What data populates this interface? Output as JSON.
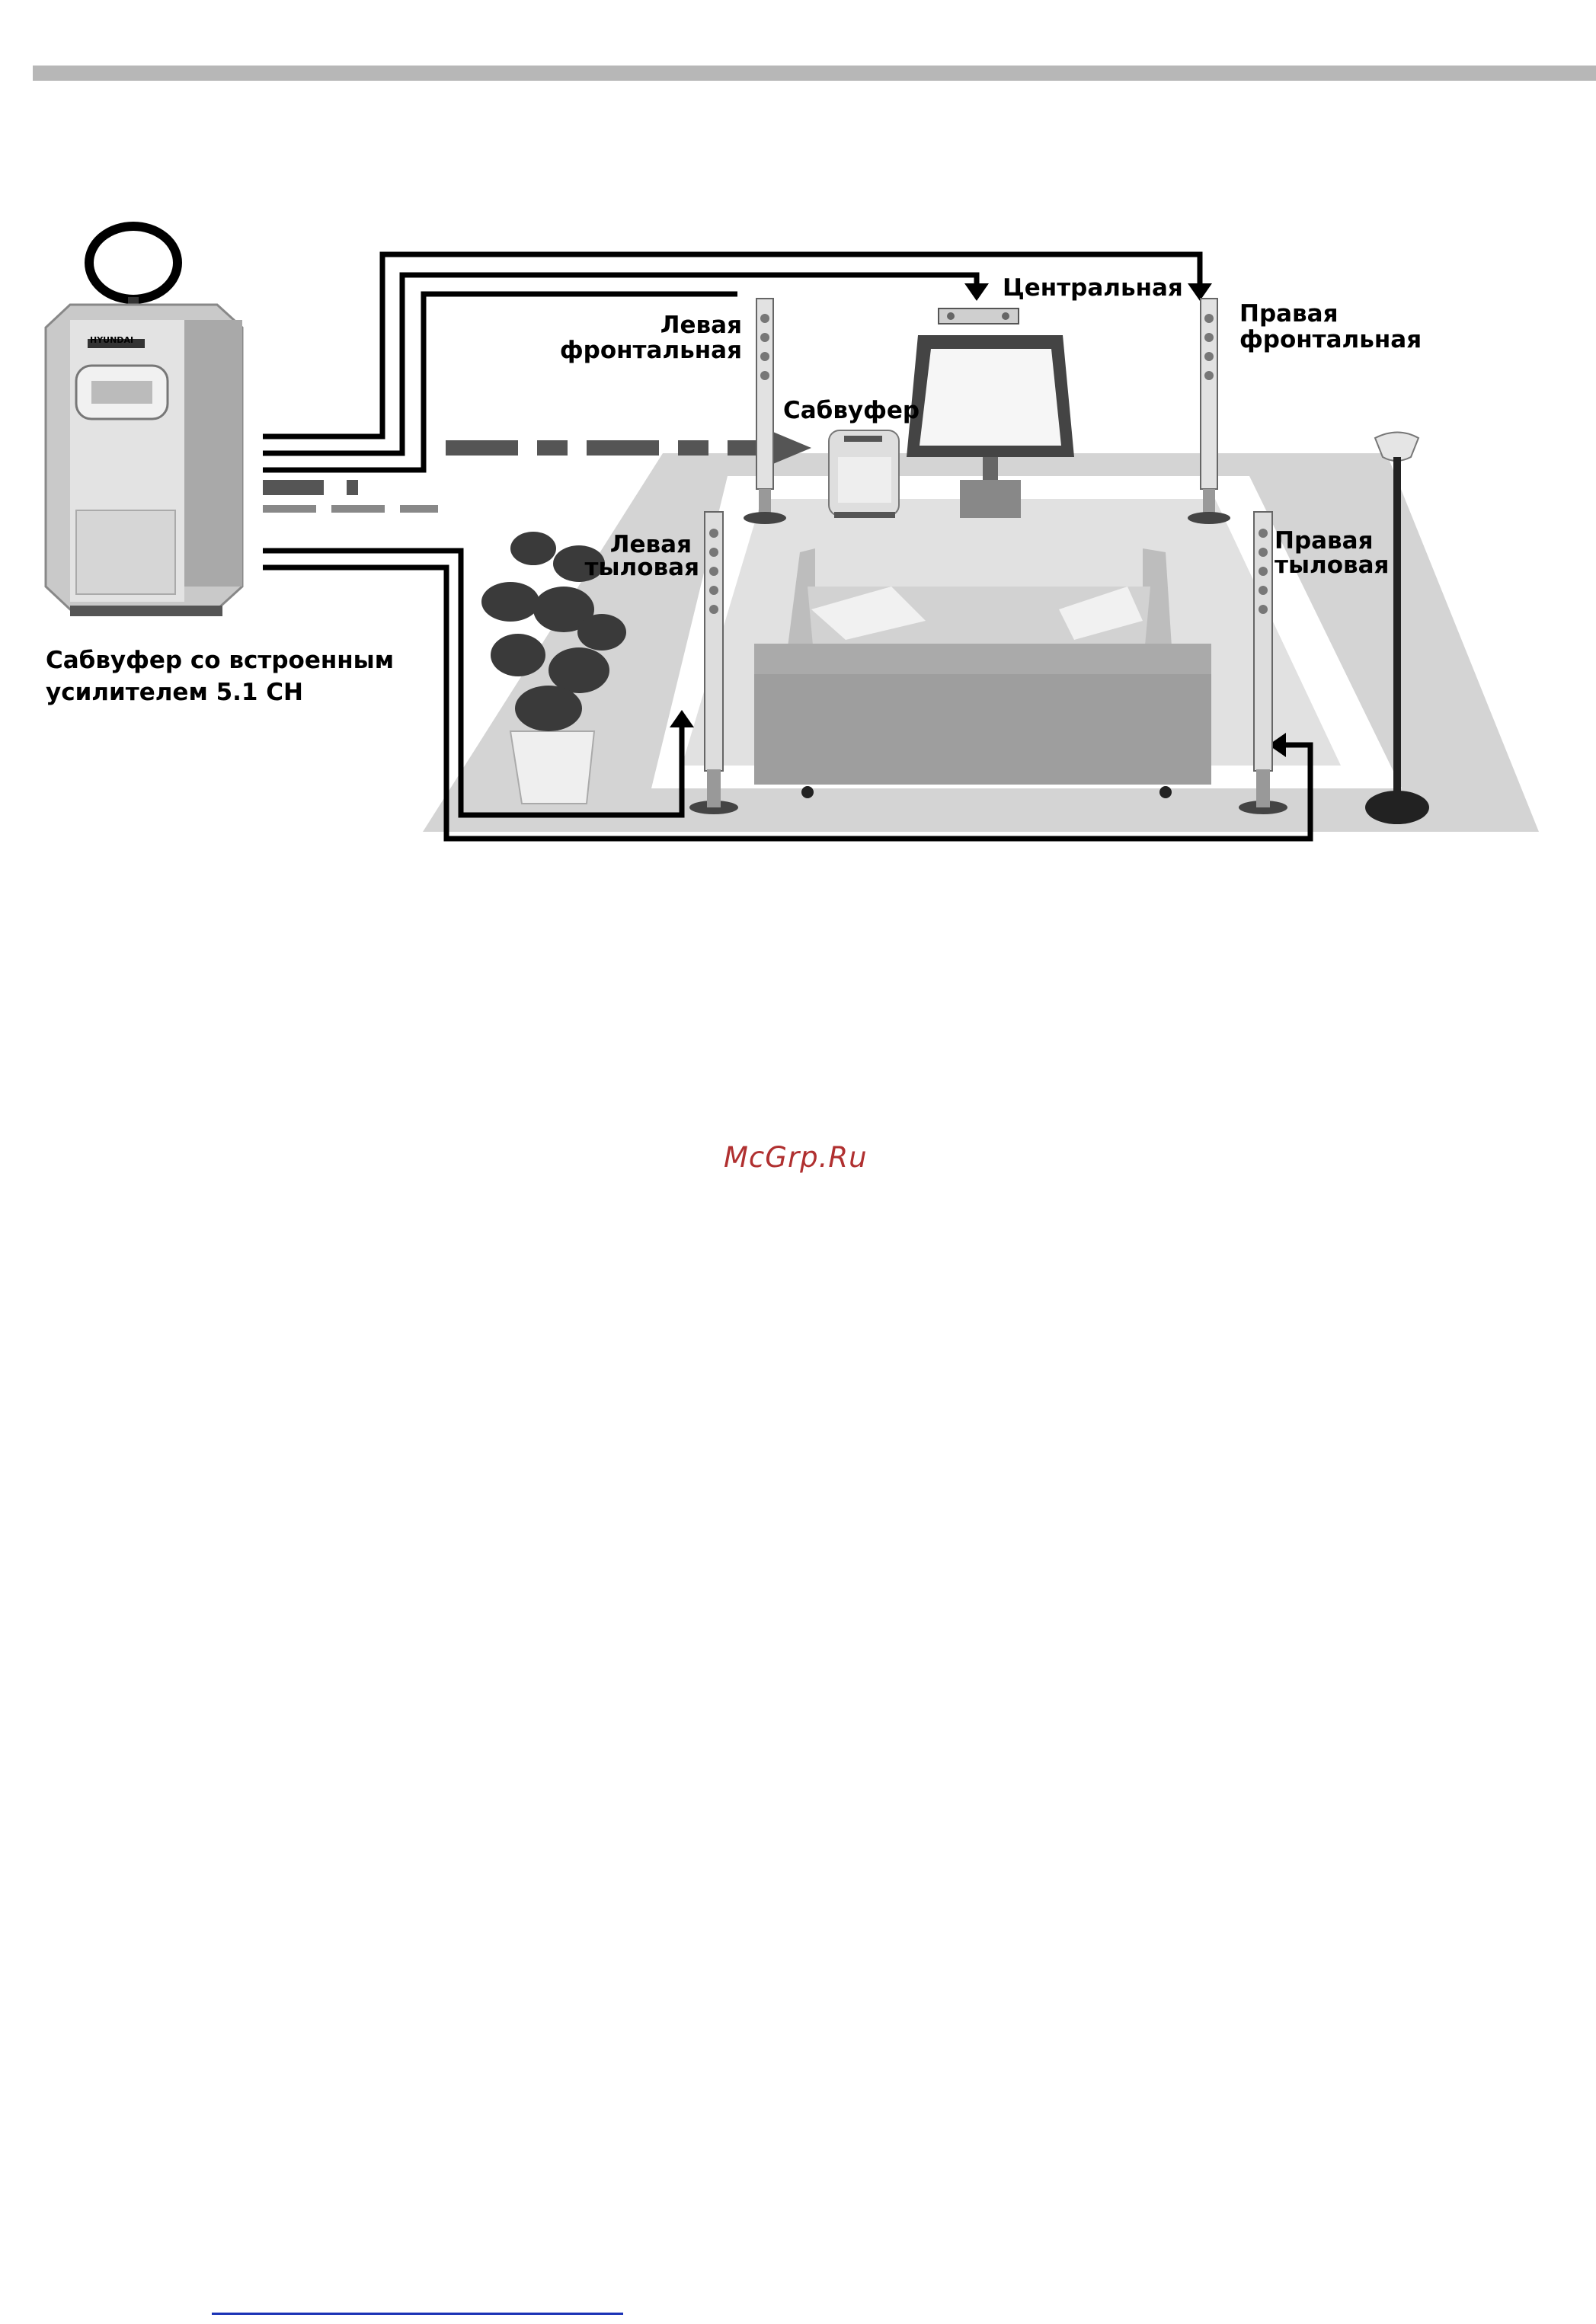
{
  "watermark": "McGrp.Ru",
  "labels": {
    "center": "Центральная",
    "front_left_1": "Левая",
    "front_left_2": "фронтальная",
    "front_right_1": "Правая",
    "front_right_2": "фронтальная",
    "subwoofer": "Сабвуфер",
    "rear_left_1": "Левая",
    "rear_left_2": "тыловая",
    "rear_right_1": "Правая",
    "rear_right_2": "тыловая",
    "main_unit_1": "Сабвуфер со встроенным",
    "main_unit_2": "усилителем  5.1 CH"
  },
  "brand": "HYUNDAI",
  "colors": {
    "accent_bar": "#b7b7b7",
    "link_line": "#1b33b6",
    "watermark": "#b03030"
  }
}
